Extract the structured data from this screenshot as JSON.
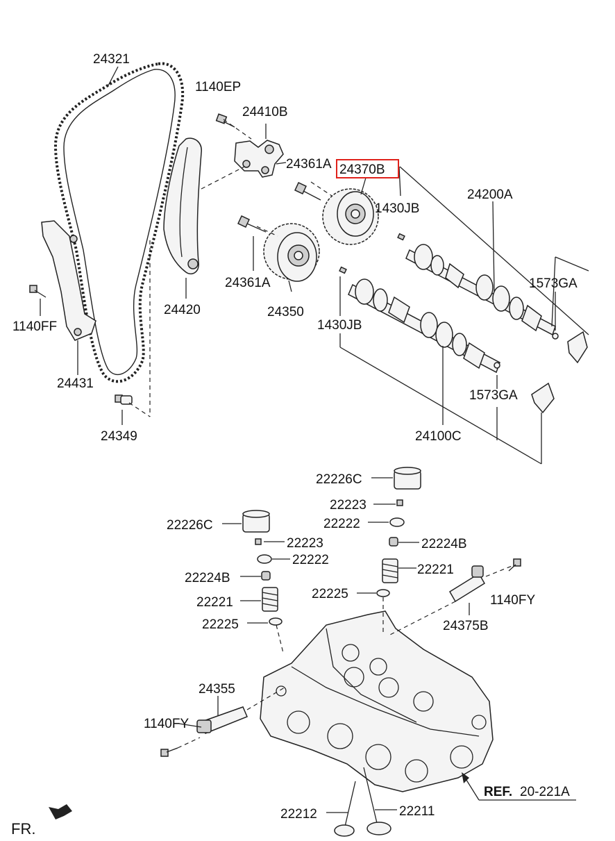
{
  "labels": {
    "chain": "24321",
    "bolt_top": "1140EP",
    "tensioner": "24410B",
    "bolt_intake": "24361A",
    "sprocket_highlight": "24370B",
    "pin_upper": "1430JB",
    "camshaft_intake": "24200A",
    "washer_upper": "1573GA",
    "bolt_exhaust": "24361A",
    "sprocket_exhaust": "24350",
    "pin_lower": "1430JB",
    "guide_arm": "24420",
    "bolt_left": "1140FF",
    "guide_left": "24431",
    "washer_lower": "1573GA",
    "camshaft_exhaust": "24100C",
    "plug": "24349",
    "tappet_right": "22226C",
    "retainer_key_right": "22223",
    "retainer_right": "22222",
    "tappet_left": "22226C",
    "retainer_key_left": "22223",
    "spring_seat_right": "22224B",
    "retainer_left": "22222",
    "spring_right": "22221",
    "spring_seat_left": "22224B",
    "seal_right": "22225",
    "bolt_ocv": "1140FY",
    "spring_left": "22221",
    "valve_ocv": "24375B",
    "seal_left": "22225",
    "sensor": "24355",
    "bolt_sensor": "1140FY",
    "ref_prefix": "REF.",
    "ref_number": "20-221A",
    "valve_exhaust": "22212",
    "valve_intake": "22211",
    "front_marker": "FR."
  },
  "colors": {
    "highlight": "#e0221b",
    "ink": "#222222"
  }
}
